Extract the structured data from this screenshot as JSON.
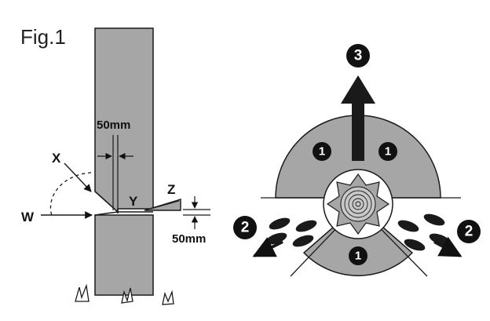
{
  "figure": {
    "title": "Fig.1",
    "left": {
      "labels": {
        "x": "X",
        "w": "W",
        "y": "Y",
        "z": "Z",
        "top_dim": "50mm",
        "bottom_dim": "50mm"
      }
    },
    "right": {
      "markers": {
        "zone_left": "1",
        "zone_right": "1",
        "zone_bottom": "1",
        "retreat_left": "2",
        "retreat_right": "2",
        "fall_direction": "3"
      }
    },
    "colors": {
      "trunk": "#a6a6a6",
      "zone": "#a6a6a6",
      "outline": "#1a1a1a",
      "marker": "#111111"
    }
  }
}
